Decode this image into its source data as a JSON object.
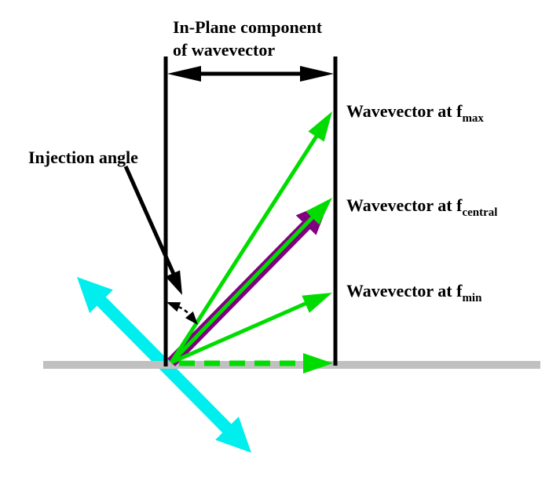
{
  "diagram": {
    "title": {
      "line1": "In-Plane component",
      "line2": "of wavevector"
    },
    "labels": {
      "injection_angle": "Injection angle",
      "wavevector_max": {
        "prefix": "Wavevector at f",
        "sub": "max"
      },
      "wavevector_central": {
        "prefix": "Wavevector at f",
        "sub": "central"
      },
      "wavevector_min": {
        "prefix": "Wavevector at f",
        "sub": "min"
      }
    },
    "colors": {
      "green": "#00DC00",
      "purple": "#800080",
      "cyan": "#00EEEE",
      "gray": "#C0C0C0",
      "black": "#000000"
    }
  }
}
